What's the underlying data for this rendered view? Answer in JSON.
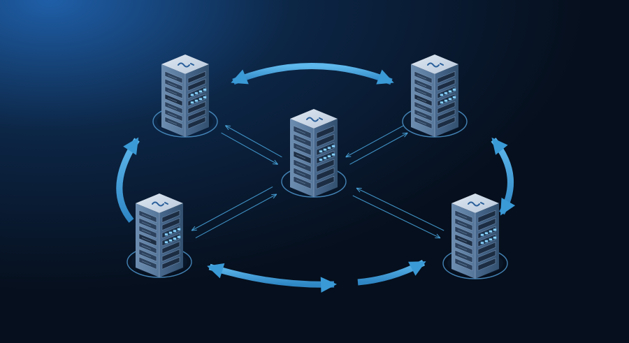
{
  "scene": {
    "description_visible_text": "",
    "colors": {
      "background_glow": "#1f5fa8",
      "background_dark": "#071425",
      "background_edge": "#050d18",
      "arrow_fill": "#3a9ad6",
      "arrow_highlight": "#5fb8ec",
      "thin_line": "#4aa8e0",
      "ring": "#4a8fc4",
      "server_top": "#c9d8e8",
      "server_face_left": "#5f7fa2",
      "server_face_right": "#3f5f84",
      "server_panel": "#2a3f5a",
      "server_panel_dark": "#1b2b40",
      "server_led": "#52b6f0",
      "logo_mark": "#2a5f9a"
    },
    "icons": {
      "server": "server-tower-icon",
      "arrow": "curved-double-arrow-icon",
      "connection": "data-link-lines-icon"
    },
    "nodes": [
      {
        "id": "top-left",
        "role": "peer"
      },
      {
        "id": "top-right",
        "role": "peer"
      },
      {
        "id": "center",
        "role": "hub"
      },
      {
        "id": "bottom-left",
        "role": "peer"
      },
      {
        "id": "bottom-right",
        "role": "peer"
      }
    ]
  }
}
